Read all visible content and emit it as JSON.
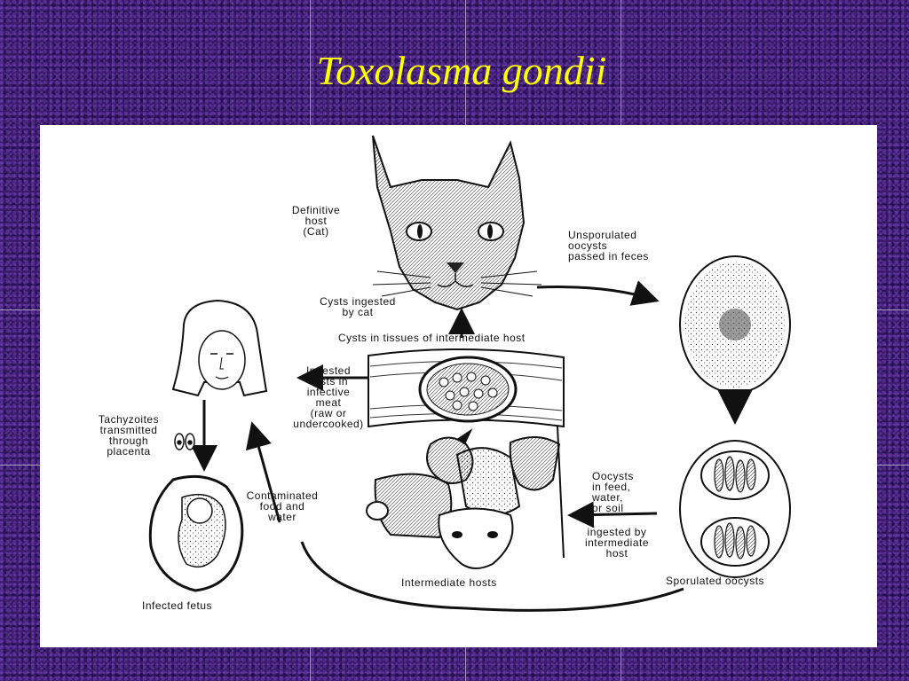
{
  "slide": {
    "title": "Toxolasma gondii"
  },
  "diagram": {
    "labels": {
      "definitive_host": "Definitive\nhost\n(Cat)",
      "unsporulated_oocysts": "Unsporulated\noocysts\npassed in feces",
      "cysts_ingested_by_cat": "Cysts ingested\nby cat",
      "cysts_in_tissues": "Cysts in tissues of intermediate host",
      "ingested_cysts_meat": "Ingested\ncysts in\ninfective\nmeat\n(raw or\nundercooked)",
      "tachyzoites": "Tachyzoites\ntransmitted\nthrough\nplacenta",
      "contaminated_food": "Contaminated\nfood and\nwater",
      "oocysts_in_feed": "Oocysts\nin feed,\nwater,\nor soil",
      "ingested_by_intermediate": "ingested by\nintermediate\nhost",
      "intermediate_hosts": "Intermediate hosts",
      "sporulated_oocysts": "Sporulated oocysts",
      "infected_fetus": "Infected fetus"
    }
  }
}
